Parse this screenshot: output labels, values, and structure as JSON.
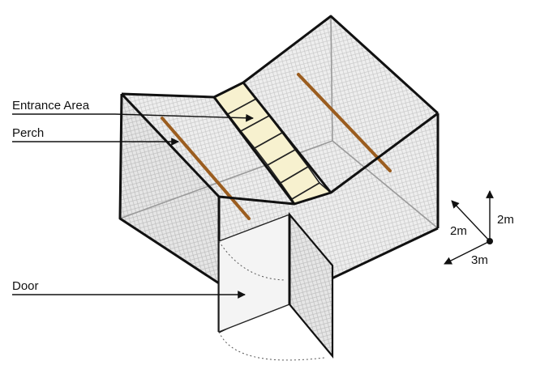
{
  "labels": {
    "entrance_area": "Entrance Area",
    "perch": "Perch",
    "door": "Door"
  },
  "dimensions": {
    "height": "2m",
    "depth": "2m",
    "width": "3m"
  }
}
